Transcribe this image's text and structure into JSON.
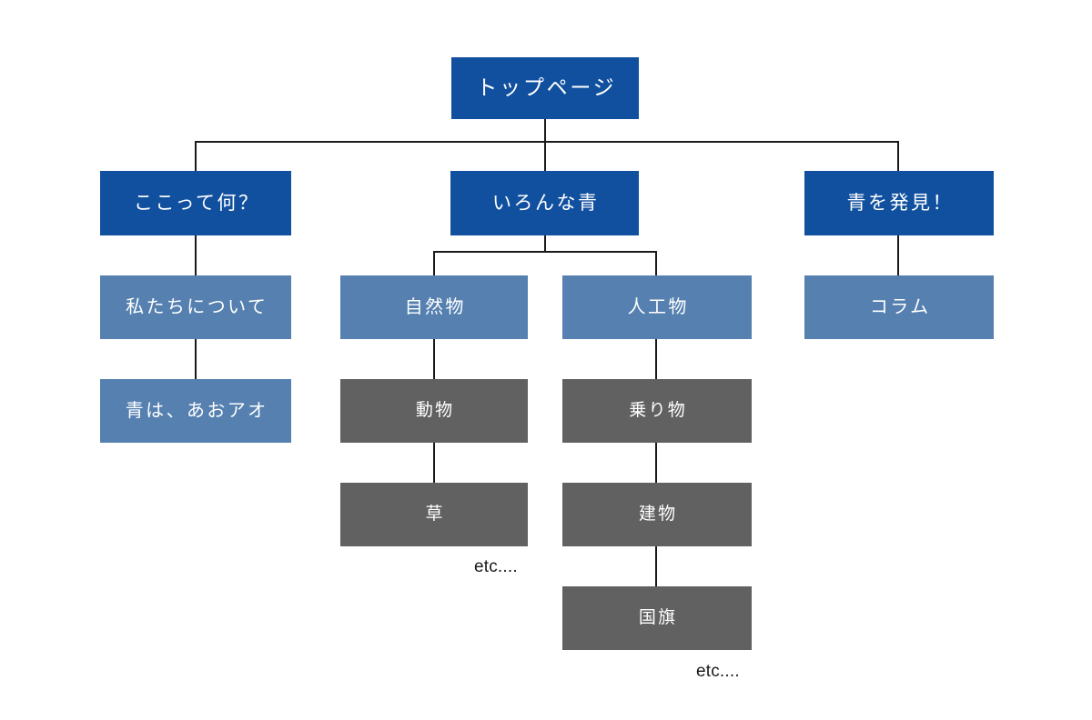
{
  "diagram": {
    "type": "sitemap-tree",
    "title": "",
    "colors": {
      "primary": "#11509f",
      "secondary": "#5580b0",
      "tertiary": "#616161",
      "connector": "#1a1a1a",
      "background": "#ffffff",
      "node_text": "#ffffff",
      "etc_text": "#1a1a1a"
    },
    "nodes": {
      "root": {
        "label": "トップページ",
        "level": "primary"
      },
      "branch_left": {
        "label": "ここって何？",
        "level": "primary"
      },
      "branch_center": {
        "label": "いろんな青",
        "level": "primary"
      },
      "branch_right": {
        "label": "青を発見！",
        "level": "primary"
      },
      "left_child_1": {
        "label": "私たちについて",
        "level": "secondary"
      },
      "left_child_2": {
        "label": "青は、あおアオ",
        "level": "secondary"
      },
      "center_left": {
        "label": "自然物",
        "level": "secondary"
      },
      "center_right": {
        "label": "人工物",
        "level": "secondary"
      },
      "right_child_1": {
        "label": "コラム",
        "level": "secondary"
      },
      "nature_1": {
        "label": "動物",
        "level": "tertiary"
      },
      "nature_2": {
        "label": "草",
        "level": "tertiary"
      },
      "artificial_1": {
        "label": "乗り物",
        "level": "tertiary"
      },
      "artificial_2": {
        "label": "建物",
        "level": "tertiary"
      },
      "artificial_3": {
        "label": "国旗",
        "level": "tertiary"
      }
    },
    "annotations": {
      "etc_nature": "etc....",
      "etc_artificial": "etc...."
    }
  }
}
